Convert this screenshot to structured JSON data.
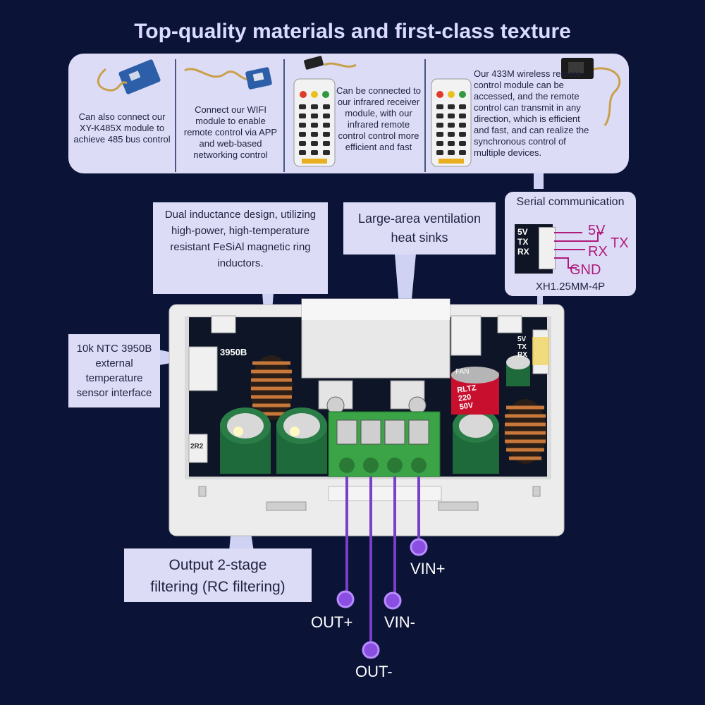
{
  "title": "Top-quality materials and first-class texture",
  "features": [
    "Can also connect our XY-K485X module to achieve 485 bus control",
    "Connect our WIFI module to enable remote control via APP and web-based networking control",
    "Can be connected to our infrared receiver module, with our infrared remote control control more efficient and fast",
    "Our 433M wireless remote control module can be accessed, and the remote control can transmit in any direction, which is efficient and fast, and can realize the synchronous control of multiple devices."
  ],
  "callouts": {
    "inductor": "Dual inductance design, utilizing high-power, high-temperature resistant FeSiAl magnetic ring inductors.",
    "heatsink": "Large-area ventilation heat sinks",
    "ntc": "10k NTC 3950B external temperature sensor interface",
    "filter": "Output 2-stage filtering (RC filtering)"
  },
  "serial": {
    "title": "Serial communication",
    "pins_board": [
      "5V",
      "TX",
      "RX"
    ],
    "pins": [
      "5V",
      "TX",
      "RX",
      "GND"
    ],
    "connector": "XH1.25MM-4P"
  },
  "board": {
    "ntc_label": "3950B",
    "fan_label": "FAN",
    "cap_text": [
      "RLTZ",
      "220",
      "50V"
    ],
    "resistor": "2R2",
    "pins_right": [
      "5V",
      "TX",
      "RX"
    ]
  },
  "terminals": [
    "VIN+",
    "VIN-",
    "OUT+",
    "OUT-"
  ],
  "colors": {
    "background": "#0b1437",
    "panel": "#dcdcf7",
    "wire": "#7a3fc8",
    "pin_label": "#b01a7a"
  }
}
